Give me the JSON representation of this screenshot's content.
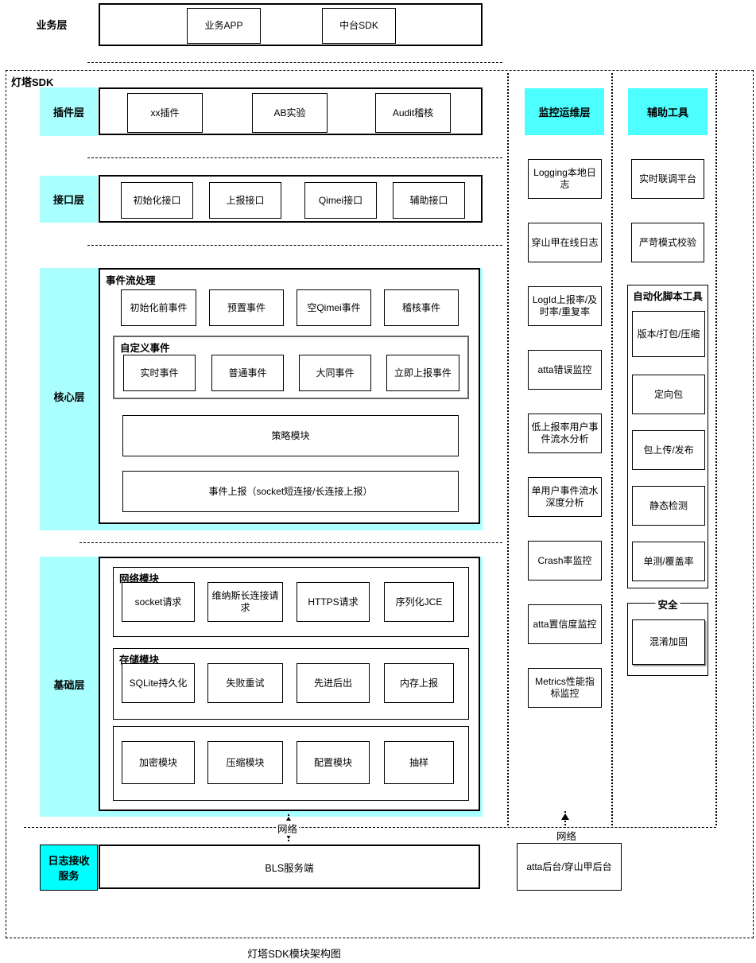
{
  "caption": "灯塔SDK模块架构图",
  "colors": {
    "layer_label_bg": "#AAFFFF",
    "column_header_bg": "#4DFFFF",
    "log_service_bg": "#00FFFF"
  },
  "business_layer": {
    "label": "业务层",
    "items": [
      "业务APP",
      "中台SDK"
    ]
  },
  "sdk": {
    "label": "灯塔SDK"
  },
  "plugin_layer": {
    "label": "插件层",
    "items": [
      "xx插件",
      "AB实验",
      "Audit稽核"
    ]
  },
  "interface_layer": {
    "label": "接口层",
    "items": [
      "初始化接口",
      "上报接口",
      "Qimei接口",
      "辅助接口"
    ]
  },
  "core_layer": {
    "label": "核心层",
    "event_stream_title": "事件流处理",
    "event_row": [
      "初始化前事件",
      "预置事件",
      "空Qimei事件",
      "稽核事件"
    ],
    "custom_events": {
      "title": "自定义事件",
      "items": [
        "实时事件",
        "普通事件",
        "大同事件",
        "立即上报事件"
      ]
    },
    "strategy": "策略模块",
    "event_report": "事件上报（socket短连接/长连接上报）"
  },
  "base_layer": {
    "label": "基础层",
    "network_module": {
      "title": "网络模块",
      "items": [
        "socket请求",
        "维纳斯长连接请求",
        "HTTPS请求",
        "序列化JCE"
      ]
    },
    "storage_module": {
      "title": "存储模块",
      "items": [
        "SQLite持久化",
        "失败重试",
        "先进后出",
        "内存上报"
      ]
    },
    "misc_module": {
      "items": [
        "加密模块",
        "压缩模块",
        "配置模块",
        "抽样"
      ]
    }
  },
  "log_service": {
    "label": "日志接收服务",
    "server": "BLS服务端"
  },
  "network_links": {
    "left_label": "网络",
    "right_label": "网络"
  },
  "monitor_column": {
    "header": "监控运维层",
    "items": [
      "Logging本地日志",
      "穿山甲在线日志",
      "LogId上报率/及时率/重复率",
      "atta错误监控",
      "低上报率用户事件流水分析",
      "单用户事件流水深度分析",
      "Crash率监控",
      "atta置信度监控",
      "Metrics性能指标监控"
    ]
  },
  "tools_column": {
    "header": "辅助工具",
    "items": [
      "实时联调平台",
      "严苛模式校验"
    ],
    "script_tools": {
      "title": "自动化脚本工具",
      "items": [
        "版本/打包/压缩",
        "定向包",
        "包上传/发布",
        "静态检测",
        "单测/覆盖率"
      ]
    },
    "security": {
      "title": "安全",
      "items": [
        "混淆加固"
      ]
    }
  },
  "backend_box": "atta后台/穿山甲后台"
}
